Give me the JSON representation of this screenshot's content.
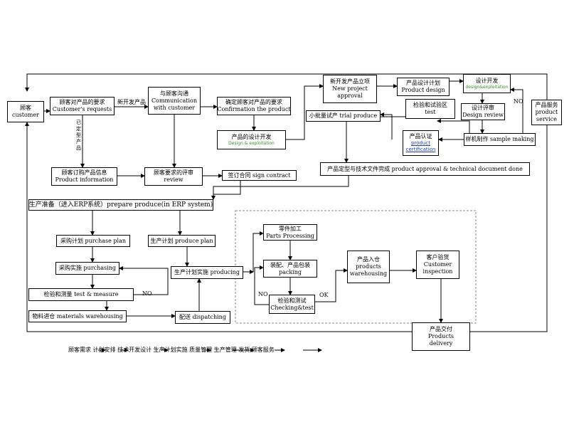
{
  "boxes": {
    "customer": [
      "顾客",
      "customer"
    ],
    "customer_requests": [
      "顾客对产品的要求",
      "Customer's requests"
    ],
    "communication": [
      "与顾客沟通",
      "Communication",
      "with customer"
    ],
    "confirmation": [
      "确定顾客对产品的要求",
      "Confirmation the product"
    ],
    "design_development": [
      "产品的设计开发"
    ],
    "design_development_sub": "Design & exploitation",
    "new_project": [
      "新开发产品立项",
      "New project",
      "approval"
    ],
    "product_design": [
      "产品设计计划",
      "Product design"
    ],
    "design_exploit": [
      "设计开发"
    ],
    "design_exploit_sub": "design&exploitation",
    "inspection_test": [
      "检验和试验区",
      "test"
    ],
    "design_review": [
      "设计评审",
      "Design review"
    ],
    "product_service": [
      "产品服务",
      "product",
      "service"
    ],
    "product_certification": [
      "产品认证"
    ],
    "product_certification_link": [
      "product",
      "certification"
    ],
    "sample_making": [
      "样机制作 sample making"
    ],
    "trial_produce": [
      "小批量试产 trial produce"
    ],
    "approval_done": [
      "产品定型与技术文件完成 product approval & technical document done"
    ],
    "product_information": [
      "顾客订购产品信息",
      "Product information"
    ],
    "requirements_review": [
      "顾客要求的评审",
      "review"
    ],
    "sign_contract": [
      "签订合同 sign contract"
    ],
    "prepare_produce": [
      "生产准备（进入ERP系统）prepare produce(in ERP system)"
    ],
    "purchase_plan": [
      "采购计划  purchase plan"
    ],
    "produce_plan": [
      "生产计划 produce plan"
    ],
    "purchasing": [
      "采购实施  purchasing"
    ],
    "producing": [
      "生产计划实施  producing"
    ],
    "test_measure": [
      "检验和测量  test & measure"
    ],
    "materials_warehousing": [
      "物料进仓  materials warehousing"
    ],
    "dispatching": [
      "配送 dispatching"
    ],
    "parts_processing": [
      "零件加工",
      "Parts Processing"
    ],
    "packing": [
      "装配、产品包装",
      "packing"
    ],
    "checking_test": [
      "检验和测试",
      "Checking&test"
    ],
    "products_warehousing": [
      "产品入仓",
      "products",
      "warehousing"
    ],
    "customer_inspection": [
      "客户验货",
      "Customer",
      "inspection"
    ],
    "products_delivery": [
      "产品交付",
      "Products",
      "delivery"
    ]
  },
  "labels": {
    "new_develop": "新开发产品",
    "established": "已定型产品",
    "no_design": "NO",
    "no_purchase": "NO",
    "no_checking": "NO",
    "ok_checking": "OK"
  },
  "legend": "顾客需求  计划安排  技术开发设计  生产计划实施  质量管理        生产管理   发货        顾客服务"
}
